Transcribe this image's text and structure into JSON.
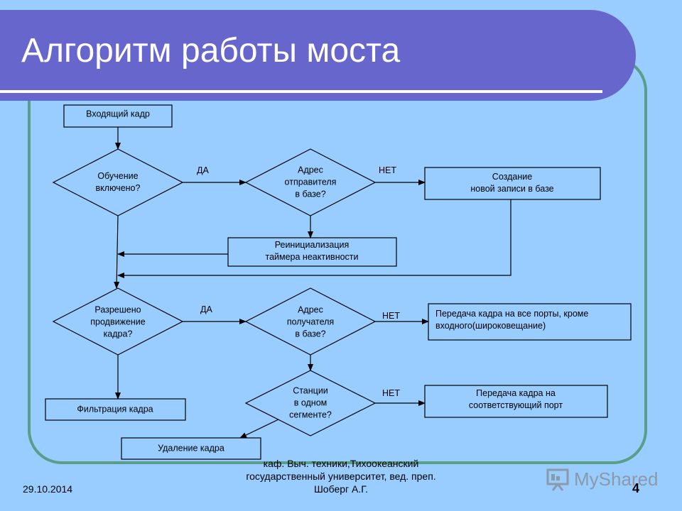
{
  "title": "Алгоритм работы моста",
  "nodes": {
    "incoming": "Входящий кадр",
    "learning": [
      "Обучение",
      "включено?"
    ],
    "src_in_db": [
      "Адрес",
      "отправителя",
      "в базе?"
    ],
    "create_record": [
      "Создание",
      "новой записи в базе"
    ],
    "reinit_timer": [
      "Реинициализация",
      "таймера неактивности"
    ],
    "forward_allowed": [
      "Разрешено",
      "продвижение",
      "кадра?"
    ],
    "dst_in_db": [
      "Адрес",
      "получателя",
      "в базе?"
    ],
    "broadcast": [
      "Передача кадра на все порты, кроме",
      "входного(широковещание)"
    ],
    "same_segment": [
      "Станции",
      "в одном",
      "сегменте?"
    ],
    "forward_port": [
      "Передача кадра на",
      "соответствующий порт"
    ],
    "filtering": "Фильтрация кадра",
    "delete_frame": "Удаление кадра"
  },
  "edge_labels": {
    "yes1": "ДА",
    "no1": "НЕТ",
    "yes2": "ДА",
    "no2": "НЕТ",
    "no3": "НЕТ"
  },
  "footer": {
    "date": "29.10.2014",
    "author": "каф. Выч. техники,Тихоокеанский государственный университет, вед. преп. Шоберг А.Г.",
    "page": "4",
    "logo": "MyShared"
  }
}
